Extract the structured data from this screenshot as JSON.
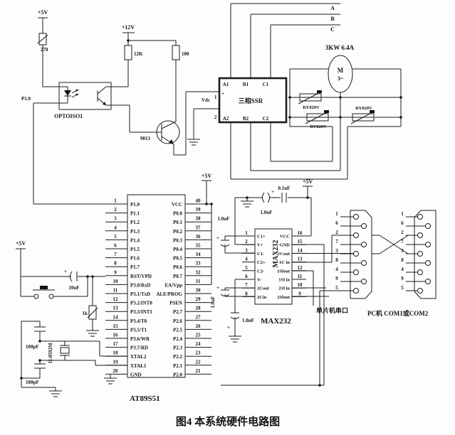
{
  "title": "图4  本系统硬件电路图",
  "power": {
    "v5_top": "+5V",
    "v12": "+12V",
    "v5_mcu": "+5V",
    "v5_max": "+5V",
    "v5_reset": "+5V"
  },
  "parts": {
    "r270": "270",
    "r12k": "12K",
    "r100": "100",
    "r1k": "1k",
    "q1": "9013",
    "opto": "OPTOISO1",
    "p10_net": "P1.0",
    "cap_reset": "10uF",
    "cap_xtal1": "100pF",
    "cap_xtal2": "100pF",
    "xtal": "11.0592M",
    "cap_01": "0.1uF",
    "cap_a": "1.0uF",
    "cap_b": "1.0uF",
    "cap_c": "1.0uF",
    "cap_d": "1.0uF"
  },
  "ssr": {
    "name": "三相SSR",
    "vdc": "Vdc",
    "pin1": "1",
    "pin2": "2",
    "plus": "+",
    "top": [
      "A1",
      "B1",
      "C1"
    ],
    "bottom": [
      "A2",
      "B2",
      "C2"
    ]
  },
  "phases": [
    "A",
    "B",
    "C"
  ],
  "motor": {
    "rating": "3KW 6.4A",
    "m": "M",
    "ph": "3~"
  },
  "varistors": [
    "RY820V",
    "RY820V",
    "RY820V"
  ],
  "mcu": {
    "name": "AT89S51",
    "left": [
      {
        "n": "1",
        "l": "P1.0"
      },
      {
        "n": "2",
        "l": "P1.1"
      },
      {
        "n": "3",
        "l": "P1.2"
      },
      {
        "n": "4",
        "l": "P1.3"
      },
      {
        "n": "5",
        "l": "P1.4"
      },
      {
        "n": "6",
        "l": "P1.5"
      },
      {
        "n": "7",
        "l": "P1.6"
      },
      {
        "n": "8",
        "l": "P1.7"
      },
      {
        "n": "9",
        "l": "RST/VPD"
      },
      {
        "n": "10",
        "l": "P3.0/RxD"
      },
      {
        "n": "11",
        "l": "P3.1/TxD"
      },
      {
        "n": "12",
        "l": "P3.2/INT0"
      },
      {
        "n": "13",
        "l": "P3.3/INT1"
      },
      {
        "n": "14",
        "l": "P3.4/T0"
      },
      {
        "n": "15",
        "l": "P3.5/T1"
      },
      {
        "n": "16",
        "l": "P3.6/WR"
      },
      {
        "n": "17",
        "l": "P3.7/RD"
      },
      {
        "n": "18",
        "l": "XTAL2"
      },
      {
        "n": "19",
        "l": "XTAL1"
      },
      {
        "n": "20",
        "l": "GND"
      }
    ],
    "right": [
      {
        "n": "40",
        "l": "VCC"
      },
      {
        "n": "39",
        "l": "P0.0"
      },
      {
        "n": "38",
        "l": "P0.1"
      },
      {
        "n": "37",
        "l": "P0.2"
      },
      {
        "n": "36",
        "l": "P0.3"
      },
      {
        "n": "35",
        "l": "P0.4"
      },
      {
        "n": "34",
        "l": "P0.5"
      },
      {
        "n": "33",
        "l": "P0.6"
      },
      {
        "n": "32",
        "l": "P0.7"
      },
      {
        "n": "31",
        "l": "EA/Vpp"
      },
      {
        "n": "30",
        "l": "ALE/PROG"
      },
      {
        "n": "29",
        "l": "PSEN"
      },
      {
        "n": "28",
        "l": "P2.7"
      },
      {
        "n": "27",
        "l": "P2.6"
      },
      {
        "n": "26",
        "l": "P2.5"
      },
      {
        "n": "25",
        "l": "P2.4"
      },
      {
        "n": "24",
        "l": "P2.3"
      },
      {
        "n": "23",
        "l": "P2.2"
      },
      {
        "n": "22",
        "l": "P2.1"
      },
      {
        "n": "21",
        "l": "P2.0"
      }
    ]
  },
  "max232": {
    "name": "MAX232",
    "vertical": "MAX232",
    "left": [
      {
        "n": "1",
        "l": "C1+"
      },
      {
        "n": "2",
        "l": "V+"
      },
      {
        "n": "3",
        "l": "C1-"
      },
      {
        "n": "4",
        "l": "C2+"
      },
      {
        "n": "5",
        "l": "C2-"
      },
      {
        "n": "6",
        "l": "V-"
      },
      {
        "n": "7",
        "l": "2Cout"
      },
      {
        "n": "8",
        "l": "2Cin"
      }
    ],
    "right": [
      {
        "n": "16",
        "l": "VCC"
      },
      {
        "n": "15",
        "l": "GND"
      },
      {
        "n": "14",
        "l": "1Cout"
      },
      {
        "n": "13",
        "l": "1C in"
      },
      {
        "n": "12",
        "l": "1Slout"
      },
      {
        "n": "11",
        "l": "1Sl in"
      },
      {
        "n": "10",
        "l": "2Sl in"
      },
      {
        "n": "9",
        "l": "2Slout"
      }
    ]
  },
  "db9": {
    "left_label": "单片机串口",
    "right_label": "PC机 COM1或COM2",
    "pins": [
      "1",
      "6",
      "2",
      "7",
      "3",
      "8",
      "4",
      "9",
      "5"
    ]
  }
}
